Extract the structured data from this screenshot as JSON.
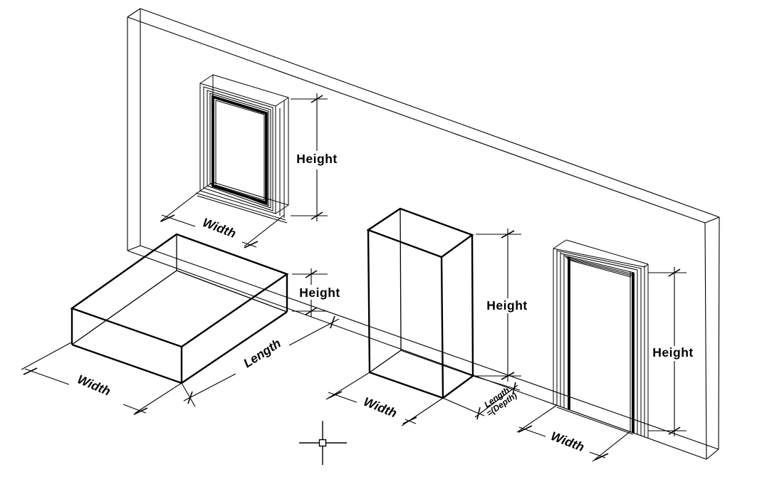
{
  "drawing": {
    "background_color": "#ffffff",
    "line_color": "#000000",
    "annotations": {
      "window": {
        "height_label": "Height",
        "width_label": "Width"
      },
      "slab_box": {
        "height_label": "Height",
        "width_label": "Width",
        "length_label": "Length"
      },
      "tall_box": {
        "height_label": "Height",
        "width_label": "Width",
        "length_label_line1": "Length",
        "length_label_line2": "=(Depth)"
      },
      "door": {
        "height_label": "Height",
        "width_label": "Width"
      }
    }
  }
}
